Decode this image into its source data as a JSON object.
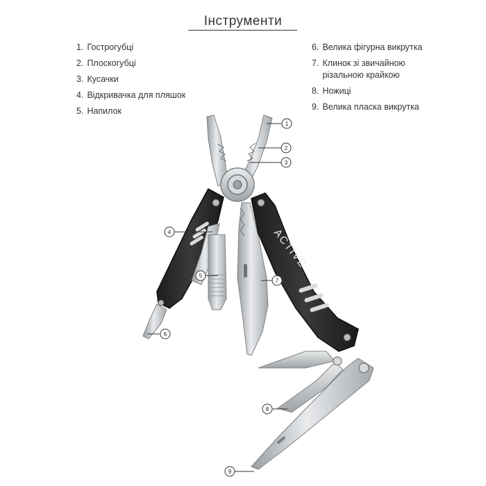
{
  "title": "Інструменти",
  "brand_logo": "ACTIVE",
  "legend": {
    "left": [
      {
        "num": "1.",
        "label": "Гострогубці"
      },
      {
        "num": "2.",
        "label": "Плоскогубці"
      },
      {
        "num": "3.",
        "label": "Кусачки"
      },
      {
        "num": "4.",
        "label": "Відкривачка для пляшок"
      },
      {
        "num": "5.",
        "label": "Напилок"
      }
    ],
    "right": [
      {
        "num": "6.",
        "label": "Велика фігурна викрутка"
      },
      {
        "num": "7.",
        "label": "Клинок зі звичайною різальною крайкою"
      },
      {
        "num": "8.",
        "label": "Ножиці"
      },
      {
        "num": "9.",
        "label": "Велика пласка викрутка"
      }
    ]
  },
  "callouts": [
    "1",
    "2",
    "3",
    "4",
    "5",
    "6",
    "7",
    "8",
    "9"
  ],
  "colors": {
    "text": "#333333",
    "handle": "#2b2b2b",
    "steel": "#c9cccf",
    "steel_dark": "#8e9396"
  }
}
